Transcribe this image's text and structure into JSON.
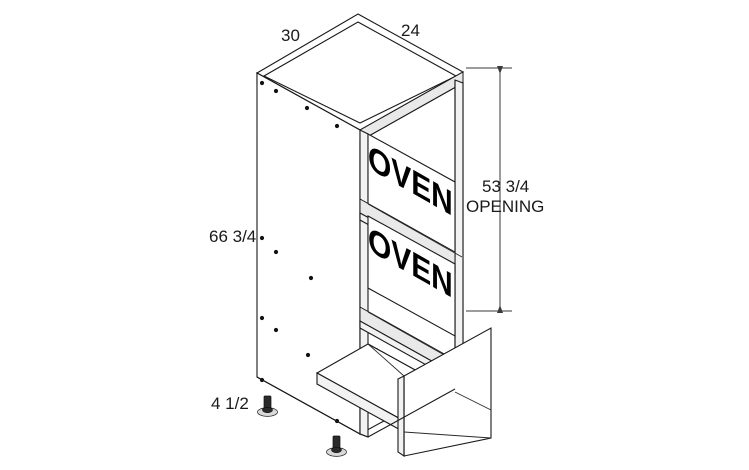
{
  "drawing": {
    "title": "Oven Cabinet Isometric Drawing",
    "type": "technical-line-drawing",
    "dimensions": {
      "top_left_label": "30",
      "top_right_label": "24",
      "left_height_label": "66 3/4",
      "right_opening_label_value": "53 3/4",
      "right_opening_label_word": "OPENING",
      "toe_kick_label": "4 1/2"
    },
    "labels": {
      "oven_upper": "OVEN",
      "oven_lower": "OVEN"
    },
    "colors": {
      "line": "#1a1a1a",
      "face": "#ffffff",
      "shade": "#f2f2f2",
      "edge": "#e9e9e9",
      "text": "#1a1a1a"
    }
  }
}
